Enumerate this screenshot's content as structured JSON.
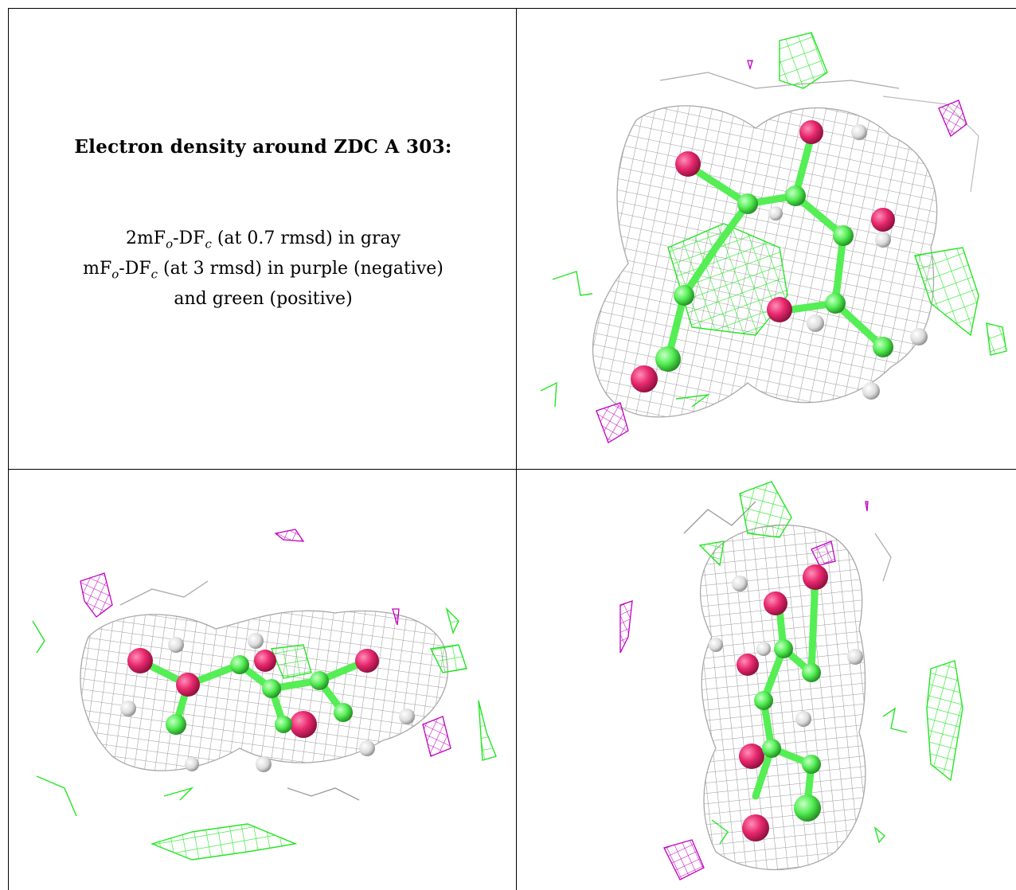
{
  "caption": {
    "title": "Electron density around ZDC A 303:",
    "line1": {
      "pre": "2mF",
      "sub1": "o",
      "mid": "-DF",
      "sub2": "c",
      "post": " (at 0.7 rmsd) in gray"
    },
    "line2": {
      "pre": "mF",
      "sub1": "o",
      "mid": "-DF",
      "sub2": "c",
      "post": " (at 3 rmsd) in purple (negative)"
    },
    "line3": "and green (positive)"
  },
  "colors": {
    "map_2fofc": "#9a9a9a",
    "map_positive": "#22e622",
    "map_negative": "#c000c0",
    "carbon": "#55ee55",
    "oxygen": "#e8286e",
    "hydrogen": "#e6e6e6"
  }
}
